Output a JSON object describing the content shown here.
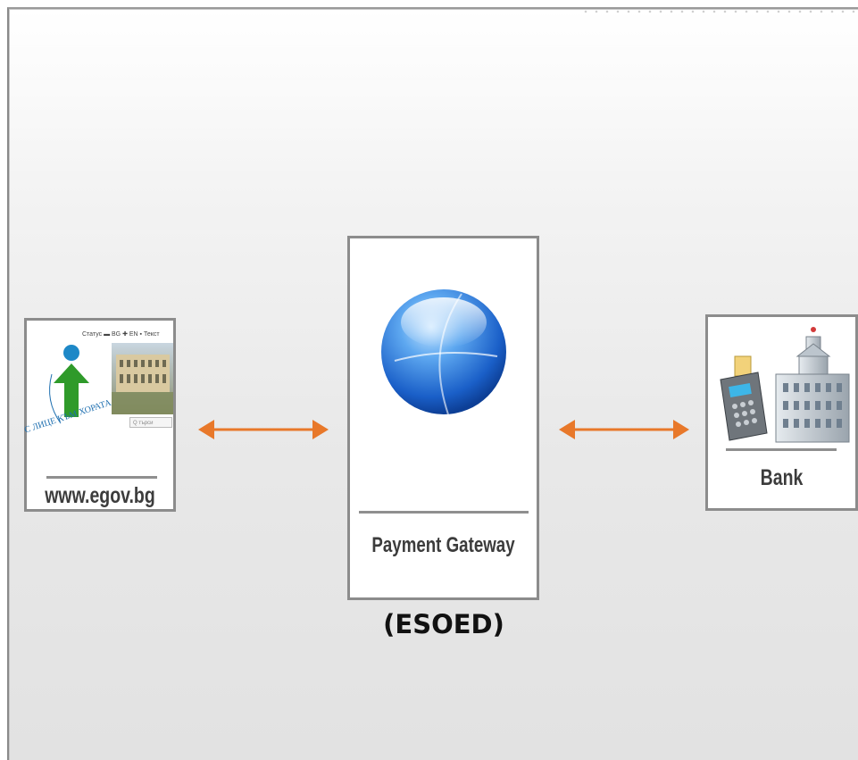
{
  "nodes": {
    "egov": {
      "label": "www.egov.bg",
      "slogan": "С ЛИЦЕ КЪМ ХОРАТА",
      "header_text": "Статус ▬ BG ✚ EN ▪ Текст",
      "search_placeholder": "Q търси"
    },
    "gateway": {
      "label": "Payment Gateway",
      "caption": "(ESOED)"
    },
    "bank": {
      "label": "Bank"
    }
  },
  "colors": {
    "arrow": "#e8782a",
    "frame": "#8c8c8c"
  },
  "icons": {
    "egov": "egov-portal-logo-icon",
    "gateway": "globe-icon",
    "bank": "bank-building-icon",
    "terminal": "payment-terminal-icon"
  }
}
